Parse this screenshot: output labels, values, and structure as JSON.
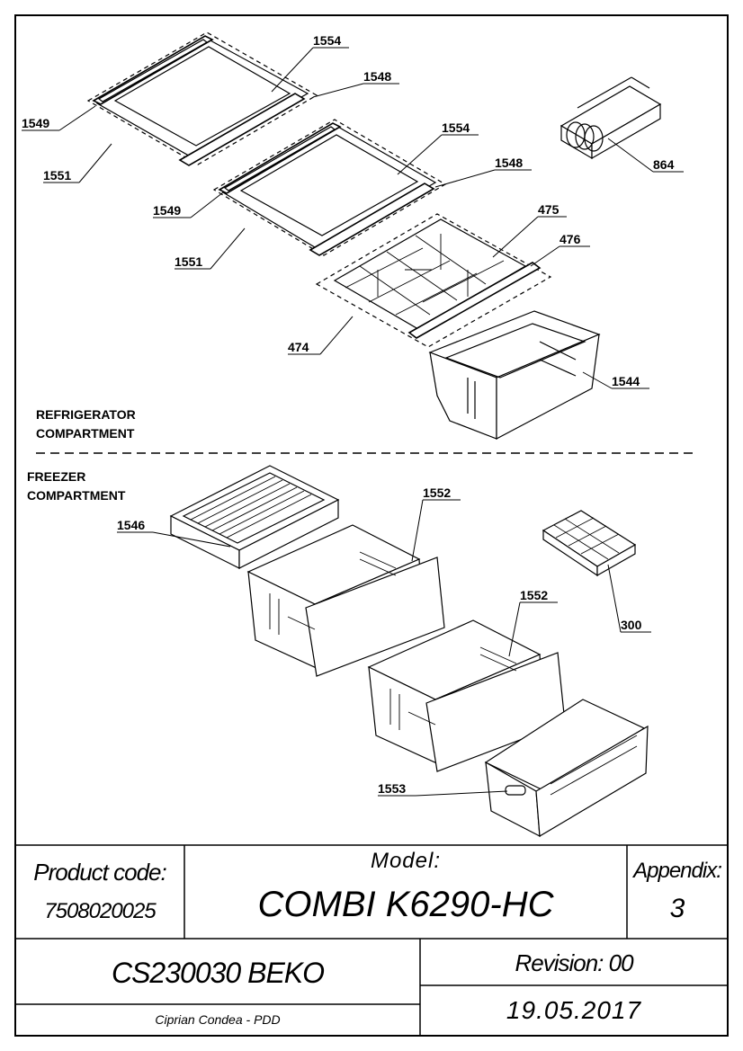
{
  "labels": {
    "l1554a": "1554",
    "l1548a": "1548",
    "l1549a": "1549",
    "l1551a": "1551",
    "l864": "864",
    "l1554b": "1554",
    "l1548b": "1548",
    "l1549b": "1549",
    "l1551b": "1551",
    "l475": "475",
    "l476": "476",
    "l474": "474",
    "l1544": "1544",
    "l1552a": "1552",
    "l1546": "1546",
    "l300": "300",
    "l1552b": "1552",
    "l1553": "1553"
  },
  "sections": {
    "refrigerator_line1": "REFRIGERATOR",
    "refrigerator_line2": "COMPARTMENT",
    "freezer_line1": "FREEZER",
    "freezer_line2": "COMPARTMENT"
  },
  "titleblock": {
    "product_code_label": "Product code:",
    "product_code_value": "7508020025",
    "model_label": "Model:",
    "model_value": "COMBI K6290-HC",
    "appendix_label": "Appendix:",
    "appendix_value": "3",
    "document_code": "CS230030 BEKO",
    "revision": "Revision: 00",
    "author": "Ciprian Condea - PDD",
    "date": "19.05.2017"
  }
}
